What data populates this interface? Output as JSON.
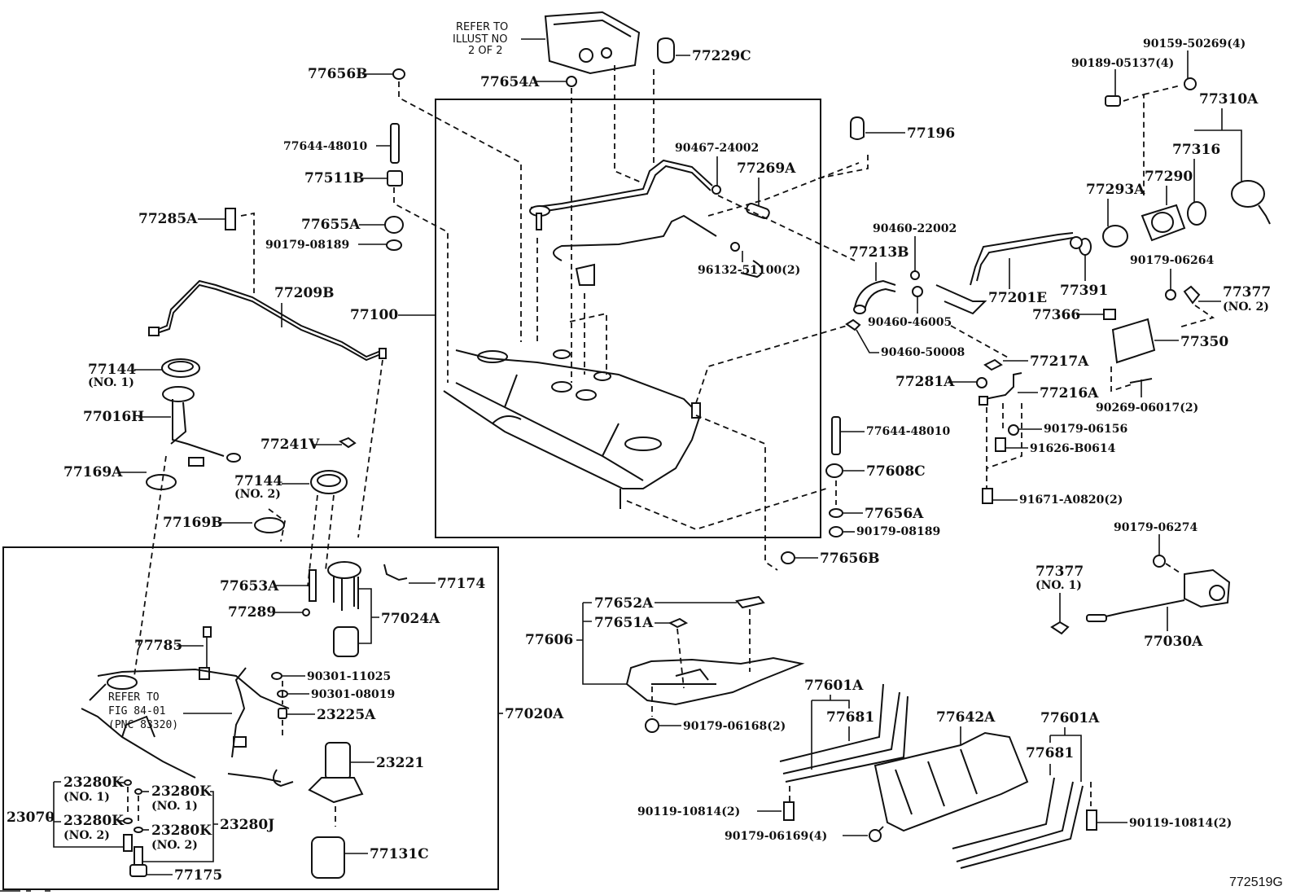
{
  "diagram": {
    "title_code": "772519G",
    "notes": {
      "refer_illust": [
        "REFER TO",
        "ILLUST NO",
        "2 OF 2"
      ],
      "refer_fig": [
        "REFER TO",
        "FIG 84-01",
        "(PNC 83320)"
      ]
    },
    "labels": {
      "p77656B_top": "77656B",
      "p77654A": "77654A",
      "p77229C": "77229C",
      "p77644_48010_left": "77644-48010",
      "p77511B": "77511B",
      "p77285A": "77285A",
      "p77655A": "77655A",
      "p90179_08189_left": "90179-08189",
      "p77209B": "77209B",
      "p77100": "77100",
      "p77144_no1": "77144",
      "p77144_no1_sub": "(NO. 1)",
      "p77016H": "77016H",
      "p77241V": "77241V",
      "p77169A": "77169A",
      "p77144_no2": "77144",
      "p77144_no2_sub": "(NO. 2)",
      "p77169B": "77169B",
      "p90467_24002": "90467-24002",
      "p77269A": "77269A",
      "p96132_51100": "96132-51100(2)",
      "p77196": "77196",
      "p90159_50269": "90159-50269(4)",
      "p90189_05137": "90189-05137(4)",
      "p77310A": "77310A",
      "p77316": "77316",
      "p77293A": "77293A",
      "p77290": "77290",
      "p90460_22002": "90460-22002",
      "p77213B": "77213B",
      "p77201E": "77201E",
      "p77391": "77391",
      "p90179_06264": "90179-06264",
      "p77377_no2": "77377",
      "p77377_no2_sub": "(NO. 2)",
      "p90460_46005": "90460-46005",
      "p77366": "77366",
      "p77350": "77350",
      "p90460_50008": "90460-50008",
      "p77217A": "77217A",
      "p77281A": "77281A",
      "p77216A": "77216A",
      "p90269_06017": "90269-06017(2)",
      "p77644_48010_right": "77644-48010",
      "p90179_06156": "90179-06156",
      "p91626_B0614": "91626-B0614",
      "p77608C": "77608C",
      "p91671_A0820": "91671-A0820(2)",
      "p77656A": "77656A",
      "p90179_08189_right": "90179-08189",
      "p90179_06274": "90179-06274",
      "p77656B_mid": "77656B",
      "p77377_no1": "77377",
      "p77377_no1_sub": "(NO. 1)",
      "p77030A": "77030A",
      "p77653A": "77653A",
      "p77174": "77174",
      "p77289": "77289",
      "p77024A": "77024A",
      "p77785": "77785",
      "p90301_11025": "90301-11025",
      "p90301_08019": "90301-08019",
      "p23225A": "23225A",
      "p77020A": "77020A",
      "p23221": "23221",
      "p23280K_a": "23280K",
      "p23280K_a_sub": "(NO. 1)",
      "p23280K_b": "23280K",
      "p23280K_b_sub": "(NO. 1)",
      "p23070": "23070",
      "p23280K_c": "23280K",
      "p23280K_c_sub": "(NO. 2)",
      "p23280K_d": "23280K",
      "p23280K_d_sub": "(NO. 2)",
      "p23280J": "23280J",
      "p77131C": "77131C",
      "p77175": "77175",
      "p77652A": "77652A",
      "p77651A": "77651A",
      "p77606": "77606",
      "p90179_06168": "90179-06168(2)",
      "p77601A_left": "77601A",
      "p77681_left": "77681",
      "p77642A": "77642A",
      "p77601A_right": "77601A",
      "p77681_right": "77681",
      "p90119_10814_left": "90119-10814(2)",
      "p90179_06169": "90179-06169(4)",
      "p90119_10814_right": "90119-10814(2)"
    }
  }
}
